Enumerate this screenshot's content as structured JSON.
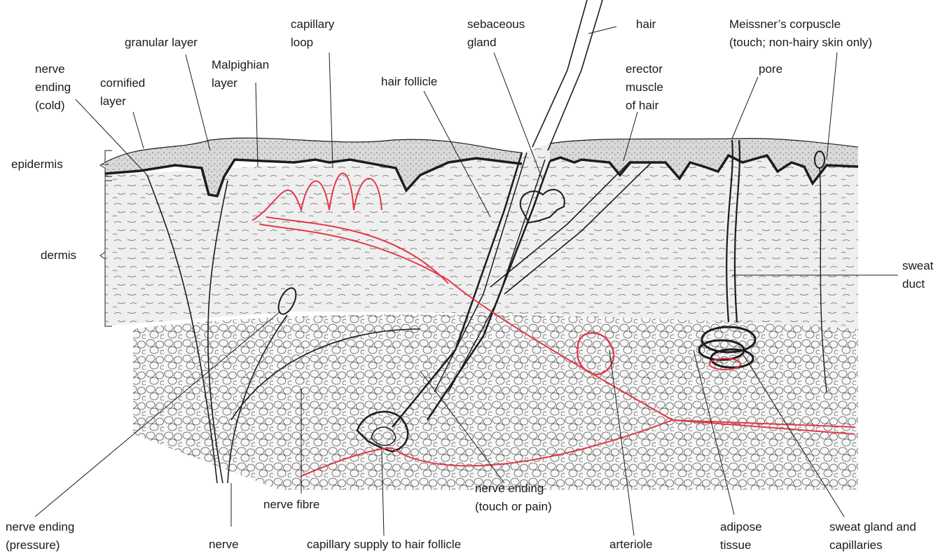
{
  "labels": {
    "nerve_ending_cold": [
      "nerve",
      "ending",
      "(cold)"
    ],
    "cornified_layer": [
      "cornified",
      "layer"
    ],
    "granular_layer": [
      "granular layer"
    ],
    "malpighian_layer": [
      "Malpighian",
      "layer"
    ],
    "capillary_loop": [
      "capillary",
      "loop"
    ],
    "hair_follicle": [
      "hair follicle"
    ],
    "sebaceous_gland": [
      "sebaceous",
      "gland"
    ],
    "hair": [
      "hair"
    ],
    "erector_muscle": [
      "erector",
      "muscle",
      "of hair"
    ],
    "meissners_corpuscle": [
      "Meissner’s corpuscle",
      "(touch; non-hairy skin only)"
    ],
    "pore": [
      "pore"
    ],
    "epidermis": [
      "epidermis"
    ],
    "dermis": [
      "dermis"
    ],
    "sweat_duct": [
      "sweat",
      "duct"
    ],
    "nerve_ending_pressure": [
      "nerve ending",
      "(pressure)"
    ],
    "nerve": [
      "nerve"
    ],
    "nerve_fibre": [
      "nerve fibre"
    ],
    "capillary_supply": [
      "capillary supply to hair follicle"
    ],
    "nerve_ending_touch": [
      "nerve ending",
      "(touch or pain)"
    ],
    "arteriole": [
      "arteriole"
    ],
    "adipose_tissue": [
      "adipose",
      "tissue"
    ],
    "sweat_gland": [
      "sweat gland and",
      "capillaries"
    ]
  },
  "colors": {
    "ink": "#1c1c1c",
    "blood_vessel": "#e23a4a",
    "dermis_fill": "#eeeeee",
    "epidermis_fill": "#d6d6d6",
    "adipose_fill": "#f7f7f7"
  }
}
